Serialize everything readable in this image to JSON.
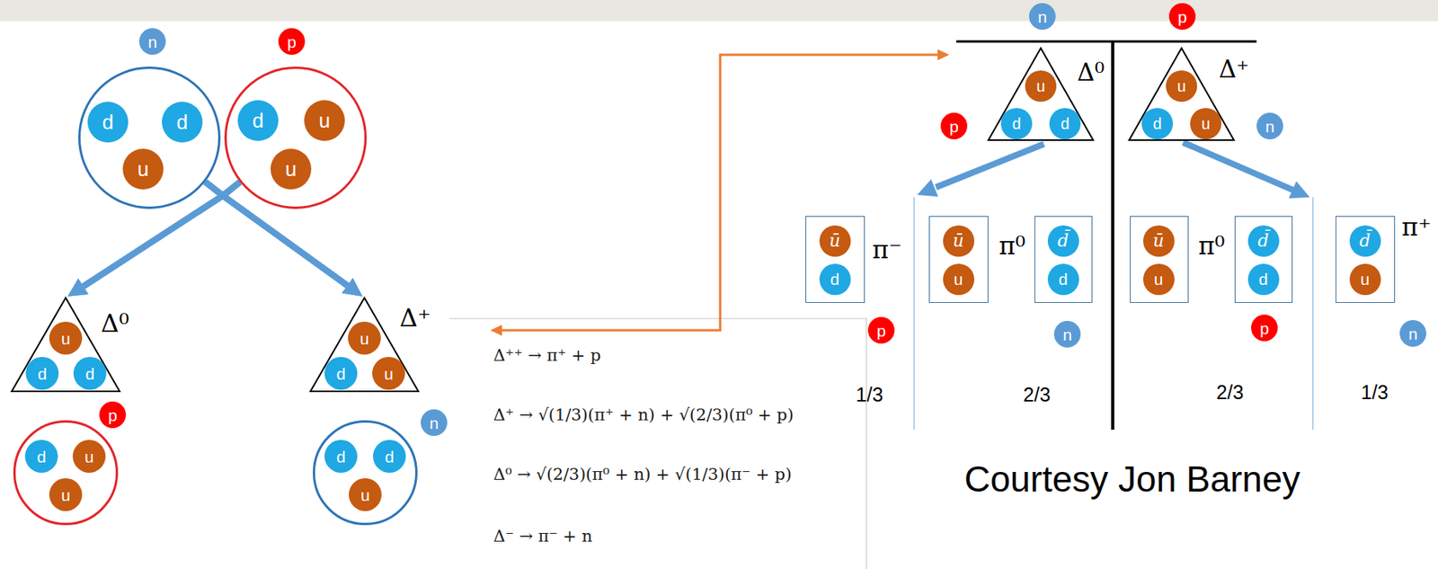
{
  "diagram": {
    "nodes": [
      {
        "text": [
          "n"
        ]
      },
      {
        "text": [
          "d"
        ],
        "in": 0
      },
      {
        "text": [
          "d"
        ],
        "in": 0
      },
      {
        "text": [
          "u"
        ],
        "in": 0
      },
      {
        "text": [
          "p"
        ]
      },
      {
        "text": [
          "d"
        ],
        "in": 4
      },
      {
        "text": [
          "u"
        ],
        "in": 4
      },
      {
        "text": [
          "u"
        ],
        "in": 4
      },
      {
        "text": [
          "Δ⁰"
        ]
      },
      {
        "text": [
          "u"
        ],
        "in": 8
      },
      {
        "text": [
          "d"
        ],
        "in": 8
      },
      {
        "text": [
          "d"
        ],
        "in": 8
      },
      {
        "text": [
          "Δ⁺"
        ]
      },
      {
        "text": [
          "u"
        ],
        "in": 12
      },
      {
        "text": [
          "d"
        ],
        "in": 12
      },
      {
        "text": [
          "u"
        ],
        "in": 12
      },
      {
        "text": [
          "p"
        ]
      },
      {
        "text": [
          "d"
        ],
        "in": 16
      },
      {
        "text": [
          "u"
        ],
        "in": 16
      },
      {
        "text": [
          "u"
        ],
        "in": 16
      },
      {
        "text": [
          "n"
        ]
      },
      {
        "text": [
          "d"
        ],
        "in": 20
      },
      {
        "text": [
          "d"
        ],
        "in": 20
      },
      {
        "text": [
          "u"
        ],
        "in": 20
      },
      {
        "text": [
          "n"
        ]
      },
      {
        "text": [
          "p"
        ]
      },
      {
        "text": [
          "Δ⁰"
        ]
      },
      {
        "text": [
          "u"
        ],
        "in": 26
      },
      {
        "text": [
          "d"
        ],
        "in": 26
      },
      {
        "text": [
          "d"
        ],
        "in": 26
      },
      {
        "text": [
          "p"
        ]
      },
      {
        "text": [
          "Δ⁺"
        ]
      },
      {
        "text": [
          "u"
        ],
        "in": 31
      },
      {
        "text": [
          "d"
        ],
        "in": 31
      },
      {
        "text": [
          "u"
        ],
        "in": 31
      },
      {
        "text": [
          "n"
        ]
      },
      {
        "text": [
          "π⁻"
        ]
      },
      {
        "text": [
          "ū"
        ],
        "in": 36
      },
      {
        "text": [
          "d"
        ],
        "in": 36
      },
      {
        "text": [
          "π⁰"
        ]
      },
      {
        "text": [
          "ū"
        ],
        "in": 39
      },
      {
        "text": [
          "u"
        ],
        "in": 39
      },
      {
        "text": []
      },
      {
        "text": [
          "d̄"
        ],
        "in": 42
      },
      {
        "text": [
          "d"
        ],
        "in": 42
      },
      {
        "text": [
          "π⁰"
        ]
      },
      {
        "text": [
          "ū"
        ],
        "in": 45
      },
      {
        "text": [
          "u"
        ],
        "in": 45
      },
      {
        "text": []
      },
      {
        "text": [
          "d̄"
        ],
        "in": 48
      },
      {
        "text": [
          "d"
        ],
        "in": 48
      },
      {
        "text": [
          "π⁺"
        ]
      },
      {
        "text": [
          "d̄"
        ],
        "in": 51
      },
      {
        "text": [
          "u"
        ],
        "in": 51
      },
      {
        "text": [
          "p"
        ]
      },
      {
        "text": [
          "n"
        ]
      },
      {
        "text": [
          "p"
        ]
      },
      {
        "text": [
          "n"
        ]
      }
    ],
    "edges": [
      {
        "from": 0,
        "to": 8,
        "arrow": "to"
      },
      {
        "from": 4,
        "to": 8,
        "arrow": "to"
      },
      {
        "from": 0,
        "to": 12,
        "arrow": "to"
      },
      {
        "from": 4,
        "to": 12,
        "arrow": "to"
      }
    ],
    "labels": [
      "Δ⁺⁺ → π⁺ + p",
      "Δ⁺ → √(1/3)(π⁺ + n) + √(2/3)(π⁰ + p)",
      "Δ⁰ → √(2/3)(π⁰ + n) + √(1/3)(π⁻ + p)",
      "Δ⁻ → π⁻ + n",
      "1/3",
      "2/3",
      "2/3",
      "1/3",
      "Courtesy Jon Barney"
    ]
  }
}
